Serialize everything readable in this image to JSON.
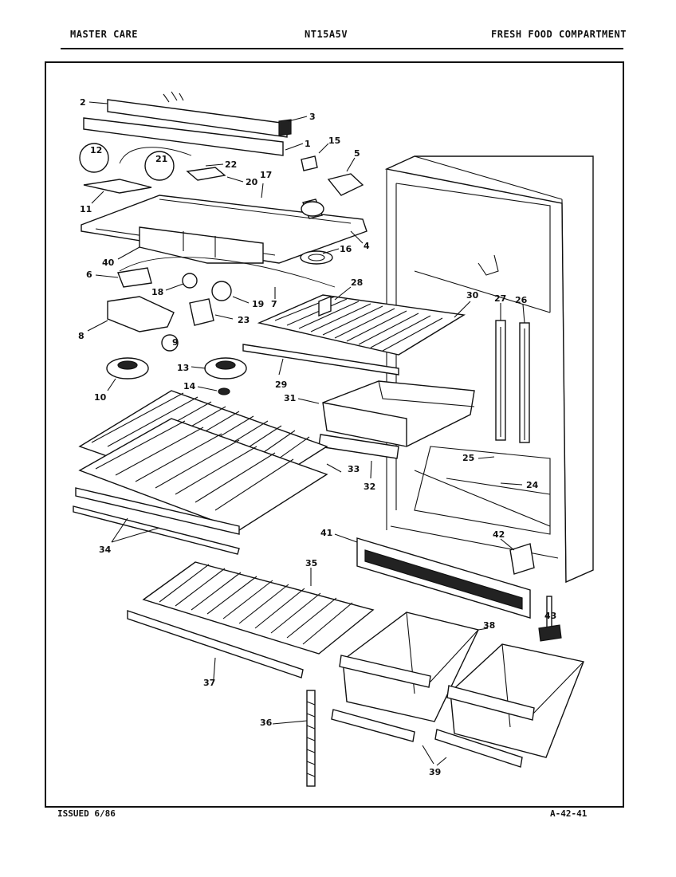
{
  "header": {
    "brand": "MASTER CARE",
    "model": "NT15A5V",
    "section": "FRESH FOOD COMPARTMENT"
  },
  "footer": {
    "issued": "ISSUED 6/86",
    "page_ref": "A-42-41"
  },
  "callouts": [
    "1",
    "2",
    "3",
    "4",
    "5",
    "6",
    "7",
    "8",
    "9",
    "10",
    "11",
    "12",
    "13",
    "14",
    "15",
    "16",
    "17",
    "18",
    "19",
    "20",
    "21",
    "22",
    "23",
    "24",
    "25",
    "26",
    "27",
    "28",
    "29",
    "30",
    "31",
    "32",
    "33",
    "34",
    "35",
    "36",
    "37",
    "38",
    "39",
    "40",
    "41",
    "42",
    "43"
  ]
}
